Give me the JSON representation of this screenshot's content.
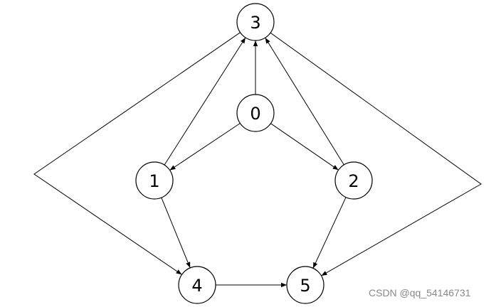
{
  "graph": {
    "nodes": [
      {
        "id": "3",
        "label": "3"
      },
      {
        "id": "0",
        "label": "0"
      },
      {
        "id": "1",
        "label": "1"
      },
      {
        "id": "2",
        "label": "2"
      },
      {
        "id": "4",
        "label": "4"
      },
      {
        "id": "5",
        "label": "5"
      }
    ],
    "edges": [
      {
        "from": "0",
        "to": "3"
      },
      {
        "from": "0",
        "to": "1"
      },
      {
        "from": "0",
        "to": "2"
      },
      {
        "from": "1",
        "to": "3"
      },
      {
        "from": "2",
        "to": "3"
      },
      {
        "from": "1",
        "to": "4"
      },
      {
        "from": "2",
        "to": "5"
      },
      {
        "from": "4",
        "to": "5"
      },
      {
        "from": "3",
        "to": "4"
      },
      {
        "from": "3",
        "to": "5"
      }
    ]
  },
  "watermark": "CSDN @qq_54146731"
}
